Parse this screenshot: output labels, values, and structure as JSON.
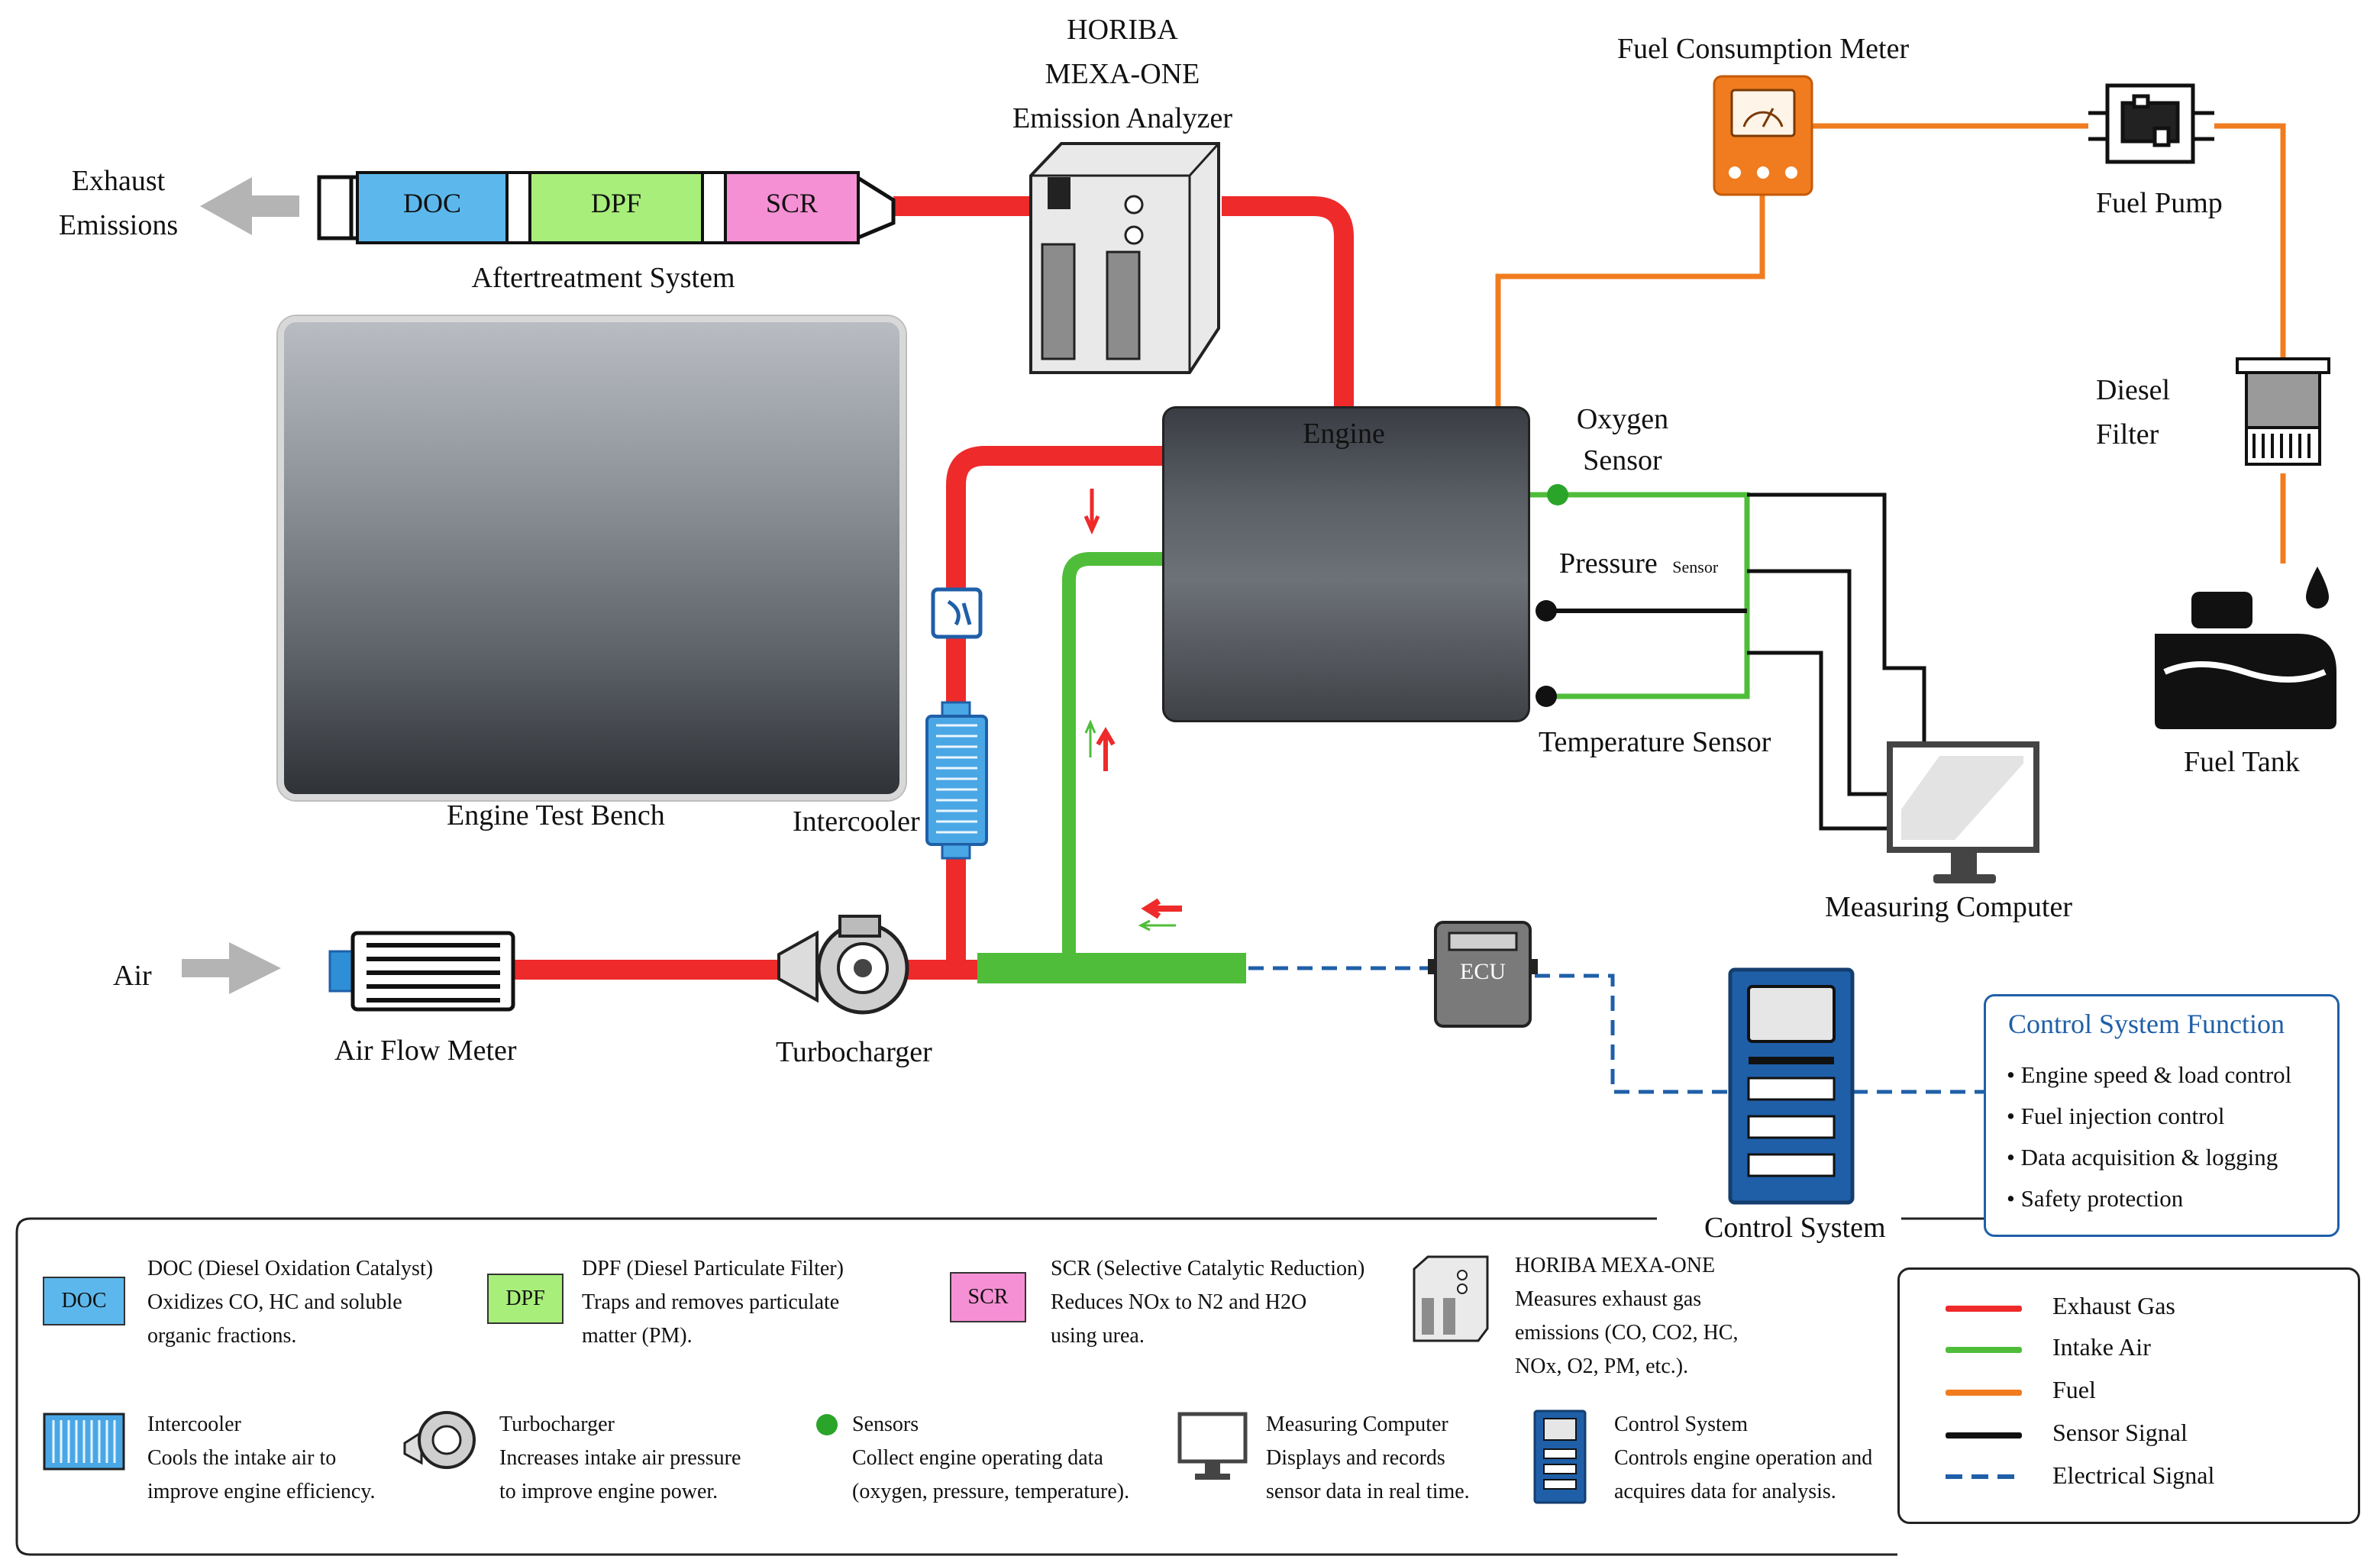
{
  "colors": {
    "exhaust_gas": "#ee2a2a",
    "intake_air": "#4fbd3a",
    "fuel": "#f07c1f",
    "sensor_signal": "#111111",
    "electrical_signal": "#1f5fa8",
    "doc": "#5cb8ec",
    "dpf": "#a8ee7a",
    "scr": "#f590d4"
  },
  "labels": {
    "exhaust_emissions_1": "Exhaust",
    "exhaust_emissions_2": "Emissions",
    "doc": "DOC",
    "dpf": "DPF",
    "scr": "SCR",
    "aftertreatment": "Aftertreatment System",
    "horiba_1": "HORIBA",
    "horiba_2": "MEXA-ONE",
    "horiba_3": "Emission Analyzer",
    "fuel_meter": "Fuel Consumption Meter",
    "fuel_pump": "Fuel Pump",
    "diesel_filter_1": "Diesel",
    "diesel_filter_2": "Filter",
    "fuel_tank": "Fuel Tank",
    "engine": "Engine",
    "oxygen_sensor_1": "Oxygen",
    "oxygen_sensor_2": "Sensor",
    "pressure_sensor": "Pressure",
    "pressure_sensor_small": "Sensor",
    "temperature_sensor": "Temperature Sensor",
    "engine_test_bench": "Engine Test Bench",
    "intercooler": "Intercooler",
    "air": "Air",
    "air_flow_meter": "Air Flow Meter",
    "turbocharger": "Turbocharger",
    "ecu": "ECU",
    "measuring_computer": "Measuring Computer",
    "control_system": "Control System"
  },
  "control_function": {
    "title": "Control System Function",
    "items": [
      "Engine speed & load control",
      "Fuel injection control",
      "Data acquisition & logging",
      "Safety protection"
    ]
  },
  "legend_components": [
    {
      "key": "doc",
      "swatch": "DOC",
      "title": "DOC (Diesel Oxidation Catalyst)",
      "lines": [
        "Oxidizes CO, HC and soluble",
        "organic fractions."
      ]
    },
    {
      "key": "dpf",
      "swatch": "DPF",
      "title": "DPF (Diesel Particulate Filter)",
      "lines": [
        "Traps and removes particulate",
        "matter (PM)."
      ]
    },
    {
      "key": "scr",
      "swatch": "SCR",
      "title": "SCR (Selective Catalytic Reduction)",
      "lines": [
        "Reduces NOx to N2 and H2O",
        "using urea."
      ]
    },
    {
      "key": "horiba",
      "title": "HORIBA MEXA-ONE",
      "lines": [
        "Measures exhaust gas",
        "emissions (CO, CO2, HC,",
        "NOx, O2, PM, etc.)."
      ]
    },
    {
      "key": "intercooler",
      "title": "Intercooler",
      "lines": [
        "Cools the intake air to",
        "improve engine efficiency."
      ]
    },
    {
      "key": "turbocharger",
      "title": "Turbocharger",
      "lines": [
        "Increases intake air pressure",
        "to improve engine power."
      ]
    },
    {
      "key": "sensors",
      "title": "Sensors",
      "lines": [
        "Collect engine operating data",
        "(oxygen, pressure, temperature)."
      ]
    },
    {
      "key": "computer",
      "title": "Measuring Computer",
      "lines": [
        "Displays and records",
        "sensor data in real time."
      ]
    },
    {
      "key": "control",
      "title": "Control System",
      "lines": [
        "Controls engine operation and",
        "acquires data for analysis."
      ]
    }
  ],
  "legend_lines": [
    {
      "name": "Exhaust Gas",
      "color": "#ee2a2a",
      "style": "solid"
    },
    {
      "name": "Intake Air",
      "color": "#4fbd3a",
      "style": "solid"
    },
    {
      "name": "Fuel",
      "color": "#f07c1f",
      "style": "solid"
    },
    {
      "name": "Sensor Signal",
      "color": "#111111",
      "style": "solid"
    },
    {
      "name": "Electrical Signal",
      "color": "#1f5fa8",
      "style": "dashed"
    }
  ]
}
